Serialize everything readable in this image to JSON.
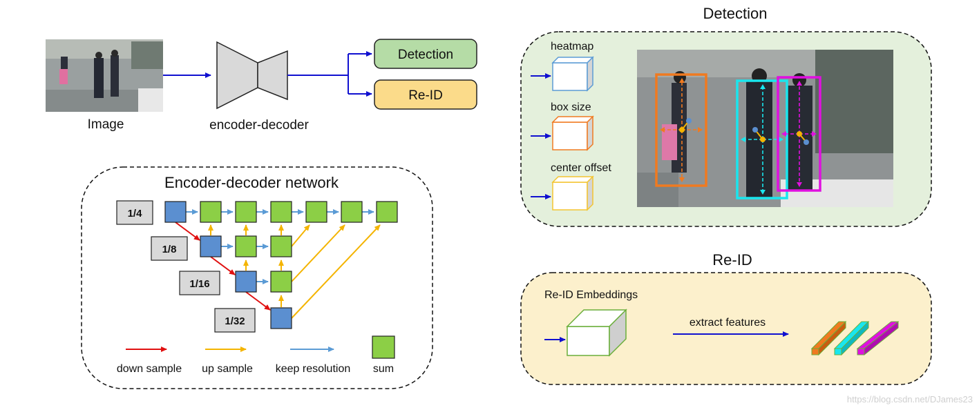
{
  "pipeline": {
    "image_label": "Image",
    "encoder_label": "encoder-decoder",
    "detection_label": "Detection",
    "reid_label": "Re-ID"
  },
  "encoder_network": {
    "title": "Encoder-decoder network",
    "scales": [
      "1/4",
      "1/8",
      "1/16",
      "1/32"
    ],
    "legend": {
      "down": "down sample",
      "up": "up sample",
      "keep": "keep resolution",
      "sum": "sum"
    }
  },
  "detection_panel": {
    "title": "Detection",
    "heads": [
      "heatmap",
      "box size",
      "center offset"
    ]
  },
  "reid_panel": {
    "title": "Re-ID",
    "embeddings_label": "Re-ID Embeddings",
    "extract_label": "extract features"
  },
  "watermark": "https://blog.csdn.net/DJames23",
  "colors": {
    "arrow_blue": "#1010d0",
    "down_red": "#e01010",
    "up_yellow": "#f4b400",
    "keep_blue": "#5b9bd5",
    "node_blue": "#5b8fd0",
    "node_green": "#8ccf46",
    "detection_fill": "#e4f0dc",
    "detection_box": "#b5dca6",
    "reid_fill": "#fcf0cc",
    "reid_box": "#fbdb8a",
    "person_orange": "#f07a20",
    "person_cyan": "#19e6ee",
    "person_magenta": "#e010e0"
  }
}
